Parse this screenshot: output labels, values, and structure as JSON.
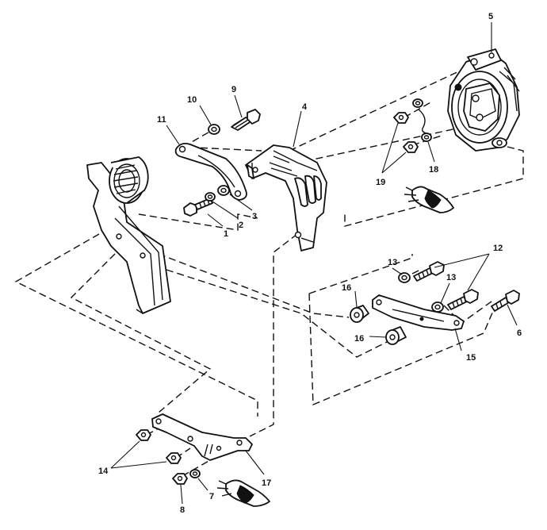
{
  "callouts": {
    "c1": "1",
    "c2": "2",
    "c3": "3",
    "c4": "4",
    "c5": "5",
    "c6": "6",
    "c7": "7",
    "c8": "8",
    "c9": "9",
    "c10": "10",
    "c11": "11",
    "c12": "12",
    "c13a": "13",
    "c13b": "13",
    "c14": "14",
    "c15": "15",
    "c16a": "16",
    "c16b": "16",
    "c17": "17",
    "c18": "18",
    "c19": "19"
  },
  "icons": {
    "upper_hand": "pointing-hand-icon",
    "lower_hand": "pointing-hand-icon"
  }
}
